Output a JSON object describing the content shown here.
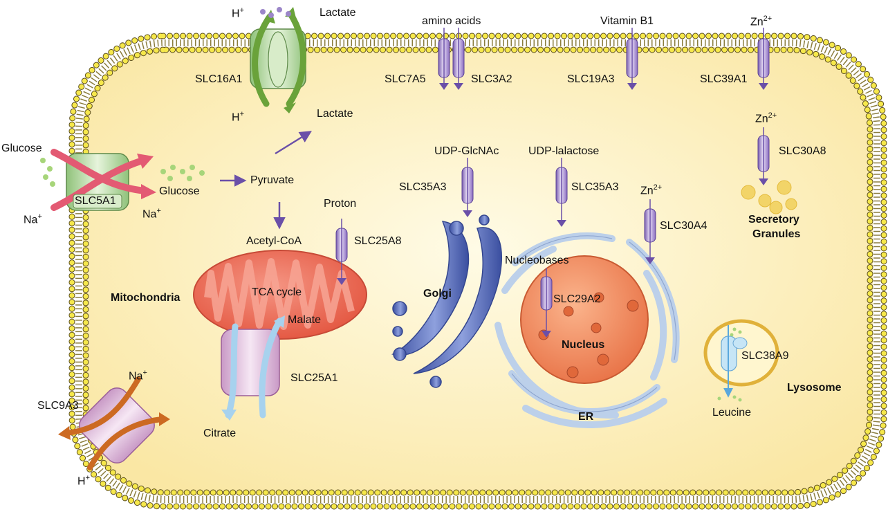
{
  "labels": {
    "h_top": "H",
    "h_top_sup": "+",
    "lactate_out": "Lactate",
    "amino_acids": "amino acids",
    "vitamin_b1": "Vitamin B1",
    "zn_top": "Zn",
    "zn_top_sup": "2+",
    "slc16a1": "SLC16A1",
    "slc7a5": "SLC7A5",
    "slc3a2": "SLC3A2",
    "slc19a3": "SLC19A3",
    "slc39a1": "SLC39A1",
    "h_in": "H",
    "h_in_sup": "+",
    "lactate_in": "Lactate",
    "zn_mid": "Zn",
    "zn_mid_sup": "2+",
    "glucose_out": "Glucose",
    "glucose_in": "Glucose",
    "pyruvate": "Pyruvate",
    "slc5a1": "SLC5A1",
    "na_left": "Na",
    "na_left_sup": "+",
    "na_in": "Na",
    "na_in_sup": "+",
    "udp_glcnac": "UDP-GlcNAc",
    "udp_lalactose": "UDP-lalactose",
    "slc30a8": "SLC30A8",
    "slc35a3_golgi": "SLC35A3",
    "slc35a3_er": "SLC35A3",
    "zn_er": "Zn",
    "zn_er_sup": "2+",
    "proton": "Proton",
    "secretory_granules_1": "Secretory",
    "secretory_granules_2": "Granules",
    "slc30a4": "SLC30A4",
    "acetyl_coa": "Acetyl-CoA",
    "slc25a8": "SLC25A8",
    "nucleobases": "Nucleobases",
    "tca_cycle": "TCA cycle",
    "mitochondria": "Mitochondria",
    "golgi": "Golgi",
    "slc29a2": "SLC29A2",
    "malate": "Malate",
    "nucleus": "Nucleus",
    "slc38a9": "SLC38A9",
    "slc25a1": "SLC25A1",
    "na_slc9": "Na",
    "na_slc9_sup": "+",
    "slc9a3": "SLC9A3",
    "lysosome": "Lysosome",
    "citrate": "Citrate",
    "er": "ER",
    "leucine": "Leucine",
    "h_bottom": "H",
    "h_bottom_sup": "+"
  },
  "colors": {
    "cytoplasm": "#fcebb0",
    "membrane_head": "#f5e642",
    "membrane_tail": "#8a7a3a",
    "transporter": "#9f82c8",
    "arrow": "#6a4fa8",
    "green_transporter": "#b9dca6",
    "mitochondria": "#e9614e",
    "golgi": "#5166b3",
    "er": "#bcd0ea",
    "nucleus": "#f08b62",
    "granule": "#f2d468",
    "lysosome": "#fff4c6"
  }
}
